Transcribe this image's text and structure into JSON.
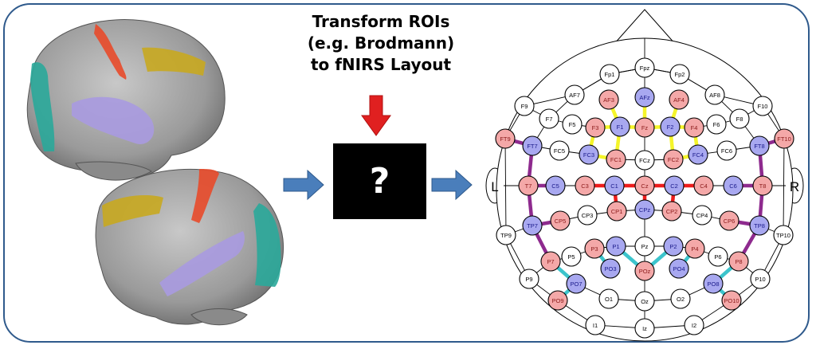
{
  "title": {
    "line1": "Transform ROIs",
    "line2": "(e.g. Brodmann)",
    "line3": "to fNIRS Layout"
  },
  "black_box": {
    "symbol": "?"
  },
  "head": {
    "left_label": "L",
    "right_label": "R"
  },
  "colors": {
    "frame": "#2f5a8c",
    "arrow_blue": "#4a7ebb",
    "arrow_red": "#e02020",
    "node_red": "#f4a8a8",
    "node_blue": "#a8a8f0",
    "node_white": "#ffffff",
    "yellow": "#f5f52a",
    "purple": "#8e2a8e",
    "red": "#ee1c1c",
    "cyan": "#3cc4cc"
  },
  "electrodes": [
    {
      "label": "Fp1",
      "group": "white"
    },
    {
      "label": "Fpz",
      "group": "white"
    },
    {
      "label": "Fp2",
      "group": "white"
    },
    {
      "label": "AF7",
      "group": "white"
    },
    {
      "label": "AF8",
      "group": "white"
    },
    {
      "label": "AF3",
      "group": "red"
    },
    {
      "label": "AFz",
      "group": "blue"
    },
    {
      "label": "AF4",
      "group": "red"
    },
    {
      "label": "F9",
      "group": "white"
    },
    {
      "label": "F10",
      "group": "white"
    },
    {
      "label": "F7",
      "group": "white"
    },
    {
      "label": "F8",
      "group": "white"
    },
    {
      "label": "F5",
      "group": "white"
    },
    {
      "label": "F6",
      "group": "white"
    },
    {
      "label": "F3",
      "group": "red"
    },
    {
      "label": "F1",
      "group": "blue"
    },
    {
      "label": "Fz",
      "group": "red"
    },
    {
      "label": "F2",
      "group": "blue"
    },
    {
      "label": "F4",
      "group": "red"
    },
    {
      "label": "FT9",
      "group": "red"
    },
    {
      "label": "FT7",
      "group": "blue"
    },
    {
      "label": "FC5",
      "group": "white"
    },
    {
      "label": "FC3",
      "group": "blue"
    },
    {
      "label": "FC1",
      "group": "red"
    },
    {
      "label": "FCz",
      "group": "white"
    },
    {
      "label": "FC2",
      "group": "red"
    },
    {
      "label": "FC4",
      "group": "blue"
    },
    {
      "label": "FC6",
      "group": "white"
    },
    {
      "label": "FT8",
      "group": "blue"
    },
    {
      "label": "FT10",
      "group": "red"
    },
    {
      "label": "T7",
      "group": "red"
    },
    {
      "label": "C5",
      "group": "blue"
    },
    {
      "label": "C3",
      "group": "red"
    },
    {
      "label": "C1",
      "group": "blue"
    },
    {
      "label": "Cz",
      "group": "red"
    },
    {
      "label": "C2",
      "group": "blue"
    },
    {
      "label": "C4",
      "group": "red"
    },
    {
      "label": "C6",
      "group": "blue"
    },
    {
      "label": "T8",
      "group": "red"
    },
    {
      "label": "TP9",
      "group": "white"
    },
    {
      "label": "TP7",
      "group": "blue"
    },
    {
      "label": "CP5",
      "group": "red"
    },
    {
      "label": "CP3",
      "group": "white"
    },
    {
      "label": "CP1",
      "group": "red"
    },
    {
      "label": "CPz",
      "group": "blue"
    },
    {
      "label": "CP2",
      "group": "red"
    },
    {
      "label": "CP4",
      "group": "white"
    },
    {
      "label": "CP6",
      "group": "red"
    },
    {
      "label": "TP8",
      "group": "blue"
    },
    {
      "label": "TP10",
      "group": "white"
    },
    {
      "label": "P9",
      "group": "white"
    },
    {
      "label": "P7",
      "group": "red"
    },
    {
      "label": "P5",
      "group": "white"
    },
    {
      "label": "P3",
      "group": "red"
    },
    {
      "label": "P1",
      "group": "blue"
    },
    {
      "label": "Pz",
      "group": "white"
    },
    {
      "label": "P2",
      "group": "blue"
    },
    {
      "label": "P4",
      "group": "red"
    },
    {
      "label": "P6",
      "group": "white"
    },
    {
      "label": "P8",
      "group": "red"
    },
    {
      "label": "P10",
      "group": "white"
    },
    {
      "label": "PO3",
      "group": "blue"
    },
    {
      "label": "POz",
      "group": "red"
    },
    {
      "label": "PO4",
      "group": "blue"
    },
    {
      "label": "PO7",
      "group": "blue"
    },
    {
      "label": "PO8",
      "group": "blue"
    },
    {
      "label": "PO9",
      "group": "red"
    },
    {
      "label": "O1",
      "group": "white"
    },
    {
      "label": "Oz",
      "group": "white"
    },
    {
      "label": "O2",
      "group": "white"
    },
    {
      "label": "PO10",
      "group": "red"
    },
    {
      "label": "I1",
      "group": "white"
    },
    {
      "label": "Iz",
      "group": "white"
    },
    {
      "label": "I2",
      "group": "white"
    }
  ],
  "connections": [
    {
      "from": "AF3",
      "to": "F1",
      "group": "yellow"
    },
    {
      "from": "AFz",
      "to": "Fz",
      "group": "yellow"
    },
    {
      "from": "AF4",
      "to": "F2",
      "group": "yellow"
    },
    {
      "from": "F3",
      "to": "F1",
      "group": "yellow"
    },
    {
      "from": "F1",
      "to": "Fz",
      "group": "yellow"
    },
    {
      "from": "Fz",
      "to": "F2",
      "group": "yellow"
    },
    {
      "from": "F2",
      "to": "F4",
      "group": "yellow"
    },
    {
      "from": "F3",
      "to": "FC3",
      "group": "yellow"
    },
    {
      "from": "FC3",
      "to": "FC1",
      "group": "yellow"
    },
    {
      "from": "FC1",
      "to": "F1",
      "group": "yellow"
    },
    {
      "from": "F2",
      "to": "FC2",
      "group": "yellow"
    },
    {
      "from": "FC2",
      "to": "FC4",
      "group": "yellow"
    },
    {
      "from": "FC4",
      "to": "F4",
      "group": "yellow"
    },
    {
      "from": "FT9",
      "to": "FT7",
      "group": "purple"
    },
    {
      "from": "FT7",
      "to": "T7",
      "group": "purple"
    },
    {
      "from": "T7",
      "to": "C5",
      "group": "purple"
    },
    {
      "from": "C6",
      "to": "T8",
      "group": "purple"
    },
    {
      "from": "T8",
      "to": "FT8",
      "group": "purple"
    },
    {
      "from": "FT8",
      "to": "FT10",
      "group": "purple"
    },
    {
      "from": "T7",
      "to": "TP7",
      "group": "purple"
    },
    {
      "from": "TP7",
      "to": "CP5",
      "group": "purple"
    },
    {
      "from": "TP7",
      "to": "P7",
      "group": "purple"
    },
    {
      "from": "T8",
      "to": "TP8",
      "group": "purple"
    },
    {
      "from": "TP8",
      "to": "CP6",
      "group": "purple"
    },
    {
      "from": "TP8",
      "to": "P8",
      "group": "purple"
    },
    {
      "from": "C3",
      "to": "C1",
      "group": "red"
    },
    {
      "from": "C1",
      "to": "Cz",
      "group": "red"
    },
    {
      "from": "Cz",
      "to": "C2",
      "group": "red"
    },
    {
      "from": "C2",
      "to": "C4",
      "group": "red"
    },
    {
      "from": "C1",
      "to": "CP1",
      "group": "red"
    },
    {
      "from": "Cz",
      "to": "CPz",
      "group": "red"
    },
    {
      "from": "C2",
      "to": "CP2",
      "group": "red"
    },
    {
      "from": "P3",
      "to": "PO3",
      "group": "cyan"
    },
    {
      "from": "P1",
      "to": "POz",
      "group": "cyan"
    },
    {
      "from": "POz",
      "to": "P2",
      "group": "cyan"
    },
    {
      "from": "P4",
      "to": "PO4",
      "group": "cyan"
    },
    {
      "from": "P7",
      "to": "PO7",
      "group": "cyan"
    },
    {
      "from": "PO7",
      "to": "PO9",
      "group": "cyan"
    },
    {
      "from": "P8",
      "to": "PO8",
      "group": "cyan"
    },
    {
      "from": "PO8",
      "to": "PO10",
      "group": "cyan"
    }
  ]
}
